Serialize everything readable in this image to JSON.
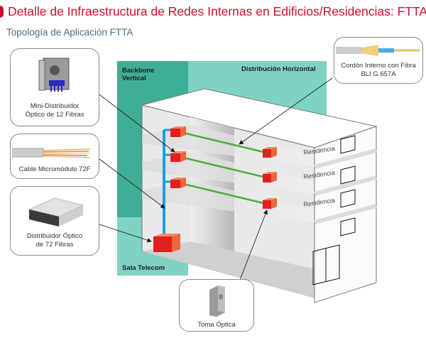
{
  "header": {
    "title": "Detalle de Infraestructura de Redes Internas en Edificios/Residencias: FTTA",
    "subtitle": "Topología de Aplicación FTTA"
  },
  "zones": {
    "backbone": "Backbone\nVertical",
    "backbone_line1": "Backbone",
    "backbone_line2": "Vertical",
    "horizontal": "Distribución Horizontal",
    "telecom": "Sala Telecom"
  },
  "callouts": {
    "mini_distribuidor": {
      "line1": "Mini-Distribuidor",
      "line2": "Óptico de 12 Fibras"
    },
    "cable_micromodulo": {
      "line1": "Cable Micromódulo 72F"
    },
    "distribuidor_72": {
      "line1": "Distribuidor Óptico",
      "line2": "de 72 Fibras"
    },
    "cordon_interno": {
      "line1": "Cordón Interno con Fibra",
      "line2": "BLI G.657A"
    },
    "toma_optica": {
      "line1": "Toma Óptica"
    }
  },
  "building": {
    "residence_labels": [
      "Residencia",
      "Residencia",
      "Residencia"
    ]
  },
  "colors": {
    "title_red": "#c8102e",
    "subtitle_blue": "#4a6c87",
    "backbone_teal": "#3fae94",
    "horizontal_teal": "#7fd3c3",
    "riser_blue": "#1aa0e0",
    "horizontal_green": "#4caf3a",
    "box_red": "#e0201e"
  }
}
